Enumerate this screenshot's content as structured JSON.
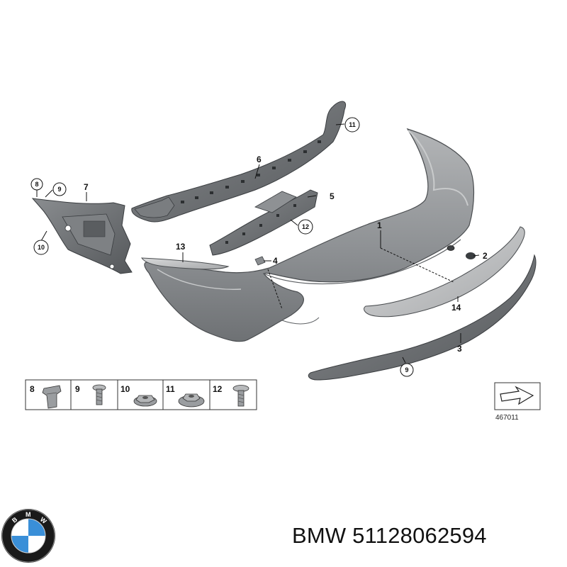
{
  "callouts": {
    "c1": "1",
    "c2": "2",
    "c3": "3",
    "c4": "4",
    "c5": "5",
    "c6": "6",
    "c7": "7",
    "c8": "8",
    "c9": "9",
    "c9b": "9",
    "c10": "10",
    "c11": "11",
    "c12": "12",
    "c13": "13",
    "c14": "14"
  },
  "fasteners": [
    {
      "label": "8",
      "icon": "clip-nut-icon"
    },
    {
      "label": "9",
      "icon": "screw-icon"
    },
    {
      "label": "10",
      "icon": "hex-nut-icon"
    },
    {
      "label": "11",
      "icon": "flange-nut-icon"
    },
    {
      "label": "12",
      "icon": "bolt-icon"
    }
  ],
  "diagram_code": "467011",
  "brand": {
    "name": "BMW",
    "part_number": "51128062594",
    "caption": "BMW 51128062594",
    "logo_icon": "bmw-roundel-icon",
    "colors": {
      "blue": "#3a8fd8",
      "ring": "#1a1a1a",
      "white": "#ffffff"
    }
  },
  "colors": {
    "part_fill": "#9a9da0",
    "part_dark": "#6c6f72",
    "part_light": "#c4c6c8",
    "line": "#111111"
  }
}
